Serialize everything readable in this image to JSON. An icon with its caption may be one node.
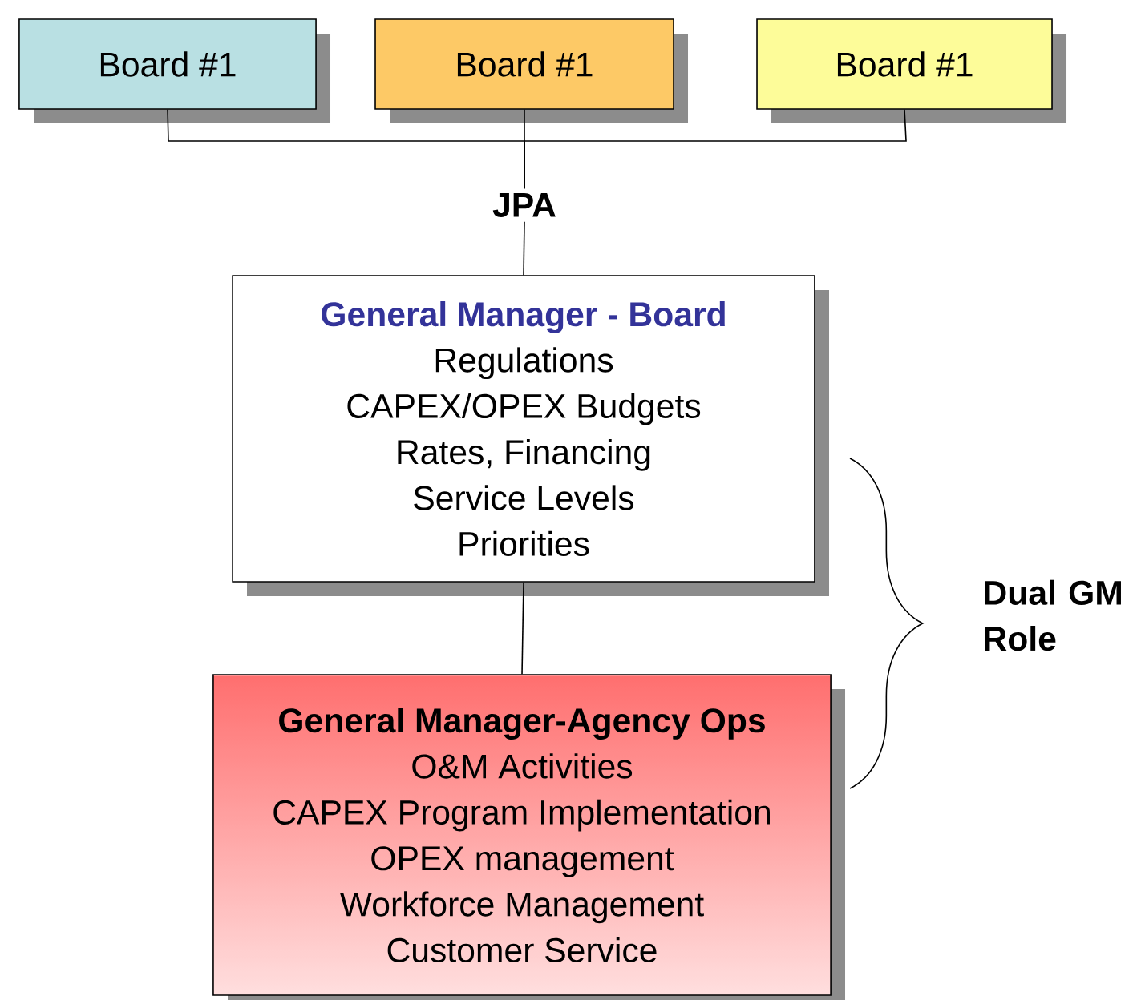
{
  "diagram": {
    "nodes": [
      {
        "text": [
          "Board #1"
        ]
      },
      {
        "text": [
          "Board #1"
        ]
      },
      {
        "text": [
          "Board #1"
        ]
      },
      {
        "text": [
          "JPA"
        ]
      },
      {
        "text": [
          "General Manager - Board",
          "Regulations",
          "CAPEX/OPEX Budgets",
          "Rates, Financing",
          "Service Levels",
          "Priorities"
        ]
      },
      {
        "text": [
          "General Manager-Agency Ops",
          "O&M Activities",
          "CAPEX Program Implementation",
          "OPEX management",
          "Workforce Management",
          "Customer Service"
        ]
      }
    ],
    "edges": [
      {
        "from": 0,
        "to": 3,
        "arrow": "none"
      },
      {
        "from": 1,
        "to": 3,
        "arrow": "none"
      },
      {
        "from": 2,
        "to": 3,
        "arrow": "none"
      },
      {
        "from": 3,
        "to": 4,
        "arrow": "none"
      },
      {
        "from": 4,
        "to": 5,
        "arrow": "none"
      }
    ],
    "labels": [
      "Dual GM Role"
    ]
  }
}
